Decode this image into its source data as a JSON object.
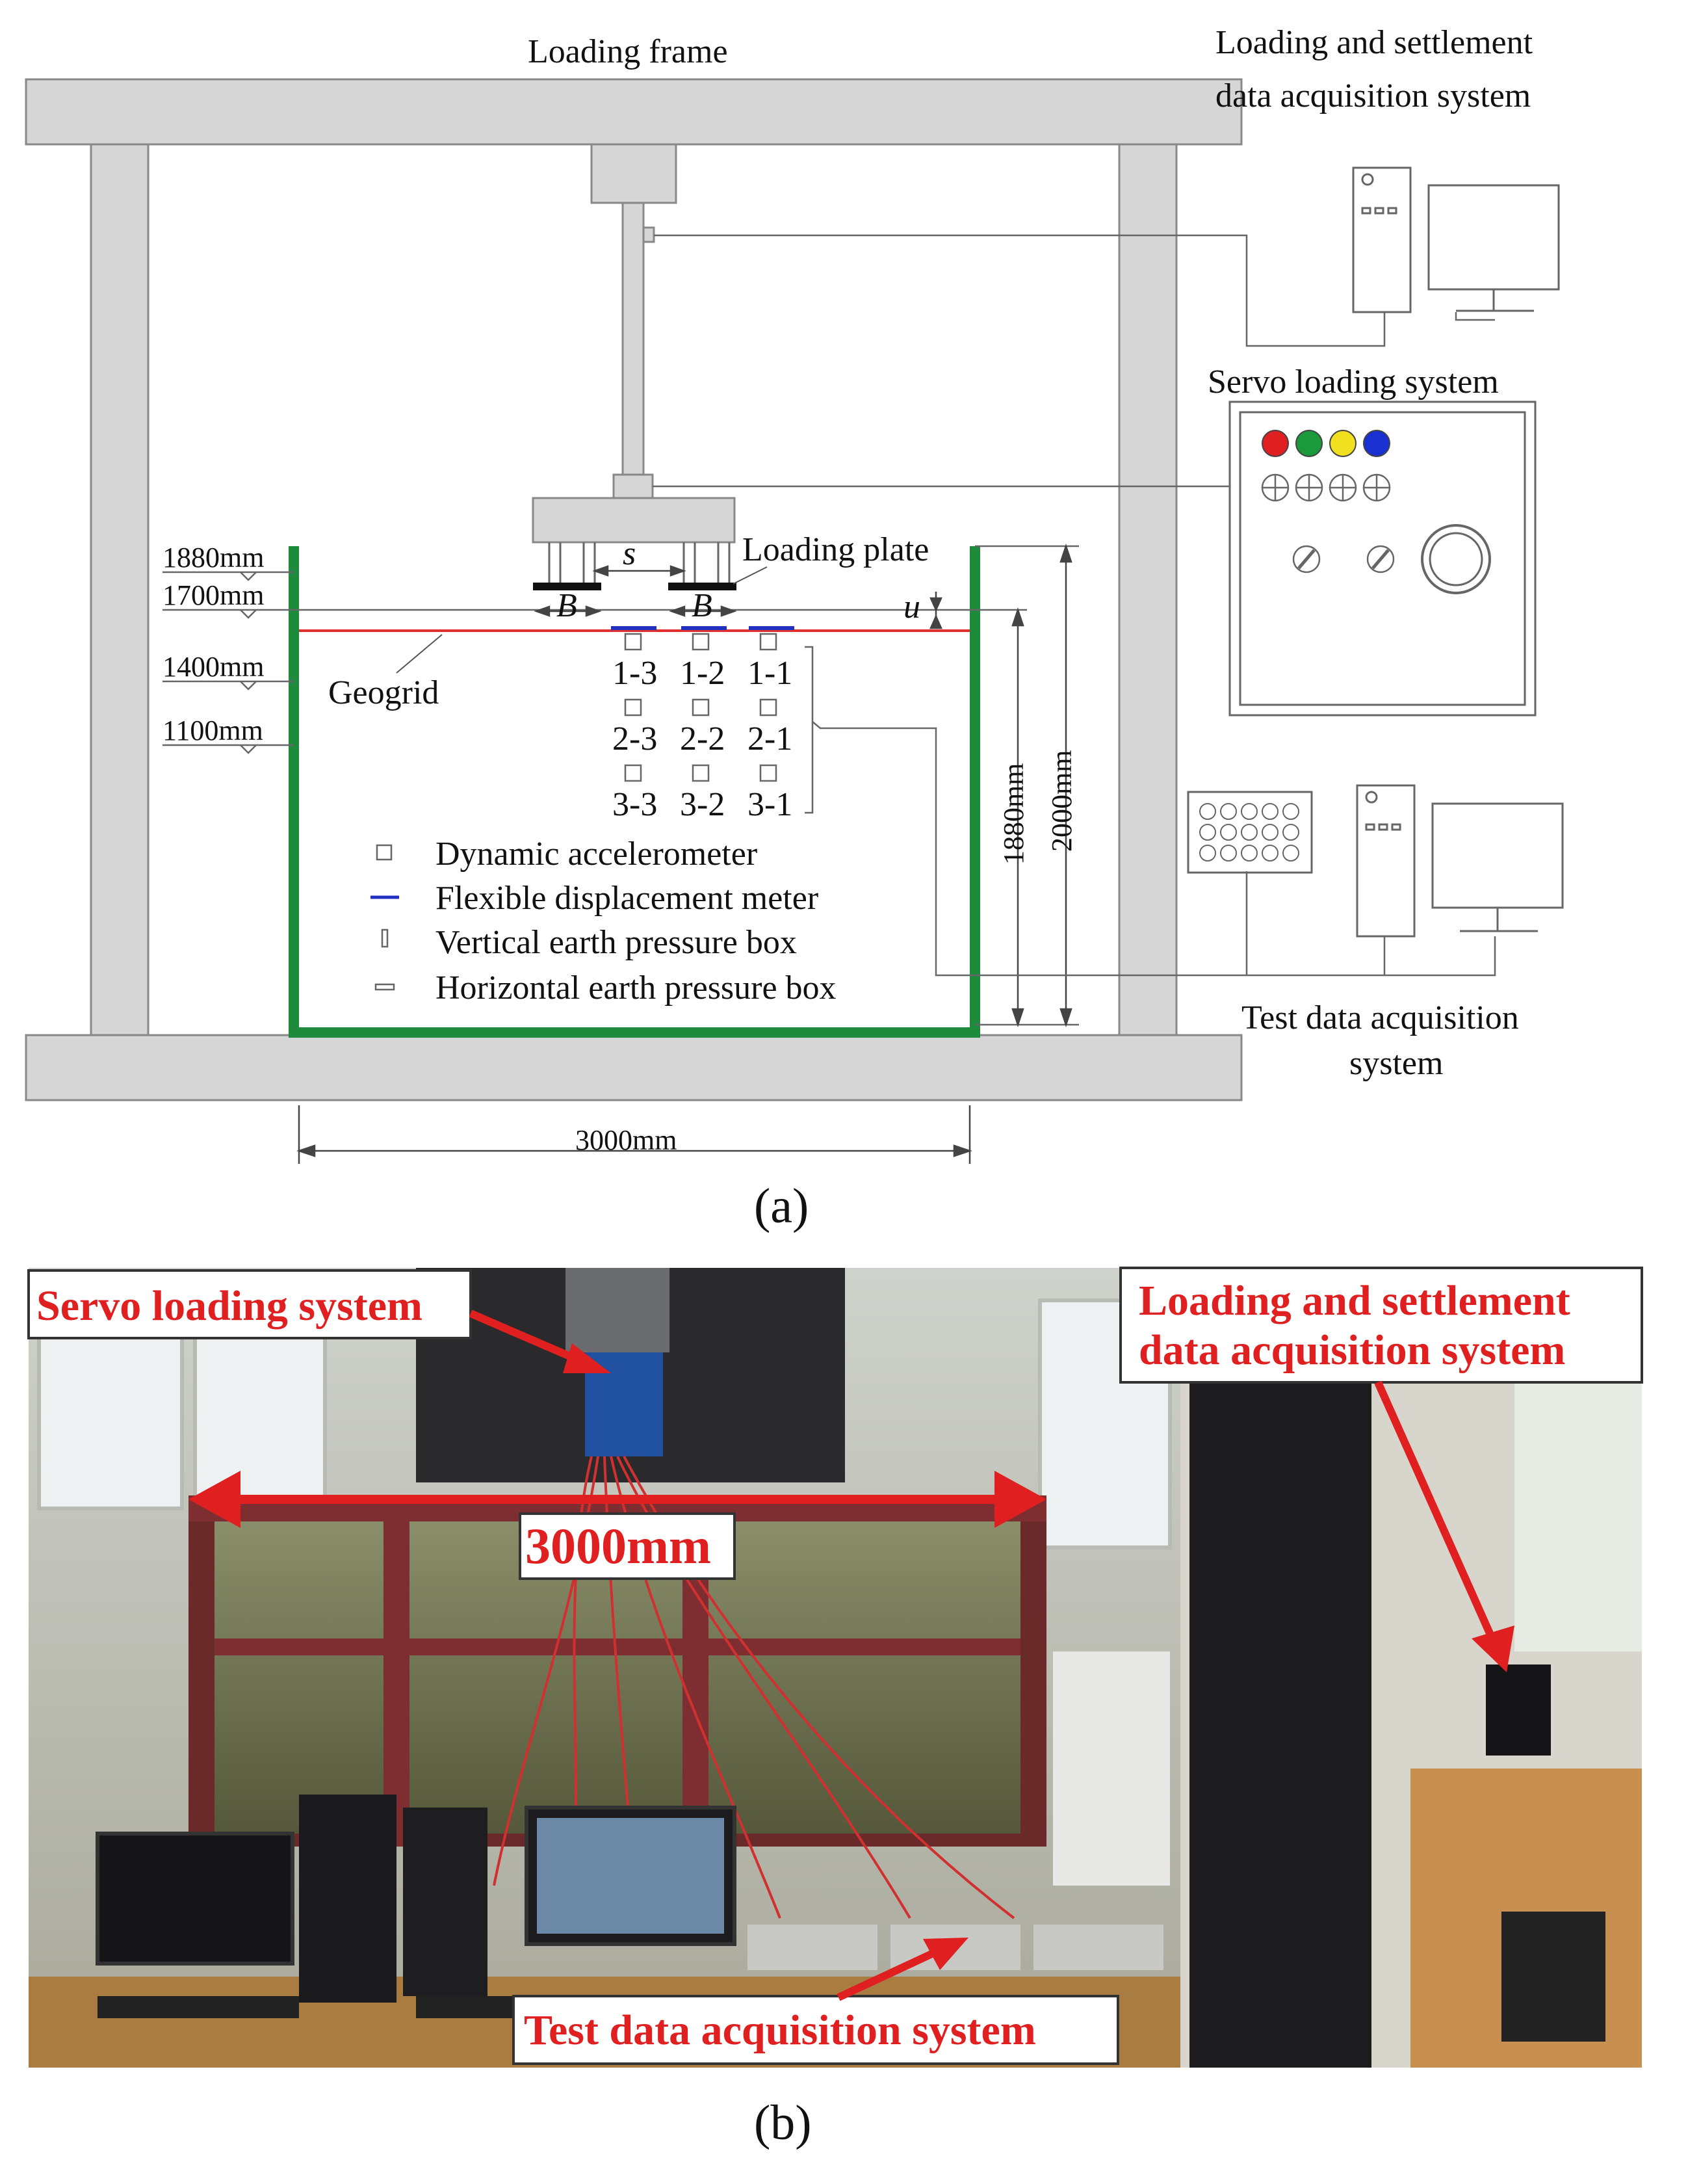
{
  "panel_a": {
    "loading_frame": "Loading frame",
    "loading_settlement_line1": "Loading and settlement",
    "loading_settlement_line2": "data acquisition system",
    "servo_loading_system": "Servo loading system",
    "test_data_line1": "Test data acquisition",
    "test_data_line2": "system",
    "loading_plate": "Loading plate",
    "geogrid": "Geogrid",
    "symbol_s": "s",
    "symbol_B": "B",
    "symbol_u": "u",
    "level_1880": "1880mm",
    "level_1700": "1700mm",
    "level_1400": "1400mm",
    "level_1100": "1100mm",
    "dim_1880": "1880mm",
    "dim_2000": "2000mm",
    "dim_3000": "3000mm",
    "sensor_rows": [
      [
        "1-3",
        "1-2",
        "1-1"
      ],
      [
        "2-3",
        "2-2",
        "2-1"
      ],
      [
        "3-3",
        "3-2",
        "3-1"
      ]
    ],
    "legend": {
      "accelerometer": "Dynamic accelerometer",
      "displacement": "Flexible displacement meter",
      "vertical_box": "Vertical earth pressure box",
      "horizontal_box": "Horizontal earth pressure box"
    },
    "caption": "(a)",
    "colors": {
      "tank": "#1e8a3c",
      "geogrid": "#e03030",
      "displacement": "#2030c0",
      "frame": "#d6d6d6"
    },
    "button_colors": [
      "#e02020",
      "#1a9a3a",
      "#f0e020",
      "#1a30d0"
    ]
  },
  "panel_b": {
    "servo_label": "Servo loading system",
    "loading_label_line1": "Loading and settlement",
    "loading_label_line2": "data acquisition system",
    "dimension_label": "3000mm",
    "test_label": "Test data acquisition system",
    "caption": "(b)"
  }
}
